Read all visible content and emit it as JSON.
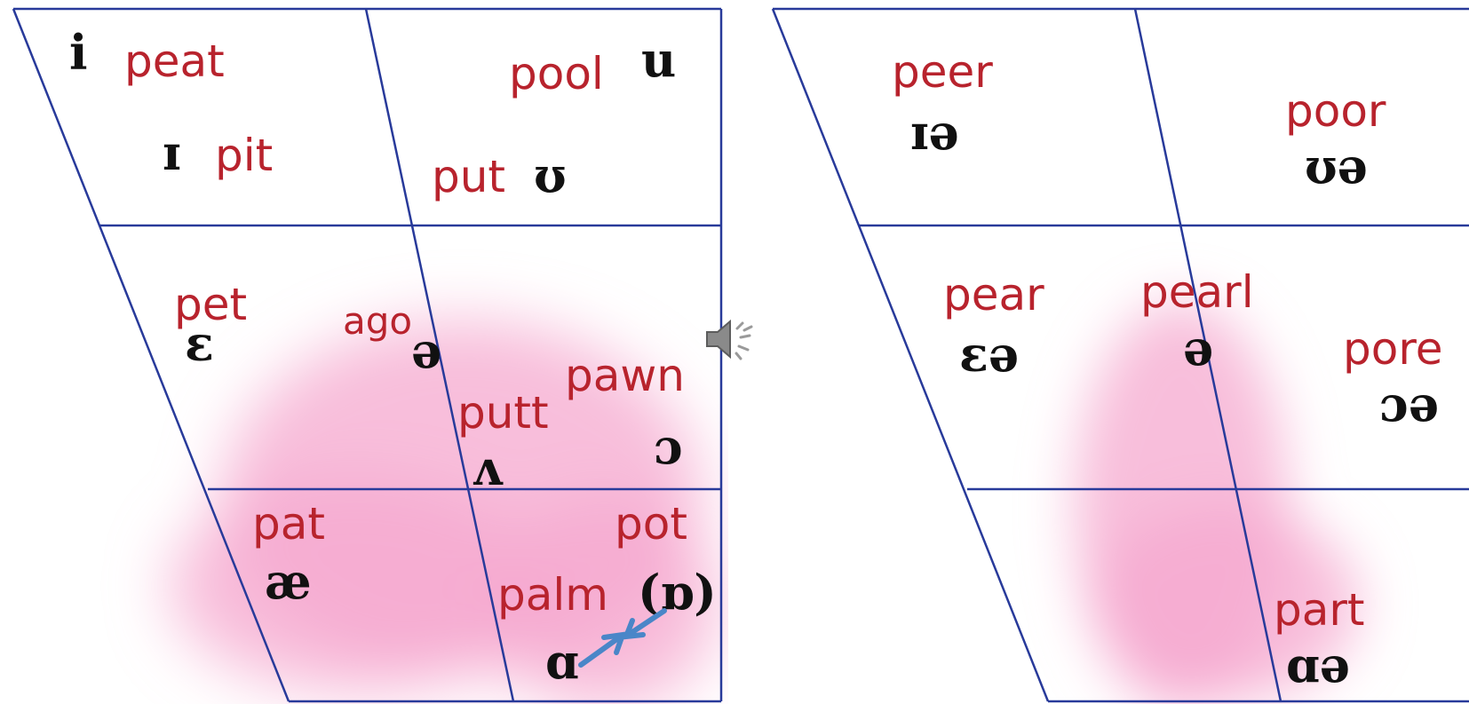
{
  "colors": {
    "word": "#b8232d",
    "symbol": "#111111",
    "lines": "#283a9a",
    "highlight": "#f6a8cf",
    "arrow": "#4a86c8",
    "paren": "#999999"
  },
  "left_chart": {
    "peat": {
      "word": "peat",
      "symbol": "i"
    },
    "pit": {
      "word": "pit",
      "symbol": "ɪ"
    },
    "pool": {
      "word": "pool",
      "symbol": "u"
    },
    "put": {
      "word": "put",
      "symbol": "ʊ"
    },
    "pet": {
      "word": "pet",
      "symbol": "ɛ"
    },
    "ago": {
      "word": "ago",
      "symbol": "ə"
    },
    "putt": {
      "word": "putt",
      "symbol": "ʌ"
    },
    "pawn": {
      "word": "pawn",
      "symbol": "ɔ"
    },
    "pat": {
      "word": "pat",
      "symbol": "æ"
    },
    "pot": {
      "word": "pot",
      "symbol": "(ɒ)"
    },
    "palm": {
      "word": "palm",
      "symbol": "ɑ"
    }
  },
  "right_chart": {
    "peer": {
      "word": "peer",
      "symbol": "ɪə"
    },
    "poor": {
      "word": "poor",
      "symbol": "ʊə"
    },
    "pear": {
      "word": "pear",
      "symbol": "ɛə"
    },
    "pearl": {
      "word": "pearl",
      "symbol": "ə"
    },
    "pore": {
      "word": "pore",
      "symbol": "ɔə"
    },
    "part": {
      "word": "part",
      "symbol": "ɑə"
    }
  },
  "icons": {
    "audio": "speaker-icon",
    "merge": "merge-arrows-icon"
  }
}
